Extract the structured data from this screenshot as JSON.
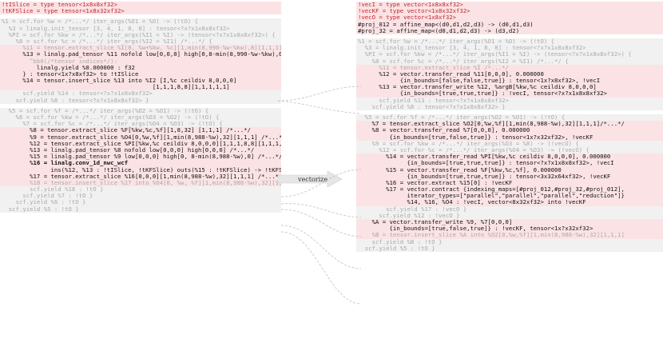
{
  "arrow_label": "vectorize",
  "left": {
    "lines": [
      {
        "t": "!tISlice = type tensor<1x8x8xf32>",
        "h": "pink",
        "c": "red"
      },
      {
        "t": "!tKFSlice = type tensor<1x8x32xf32>",
        "h": "pink",
        "c": "red"
      },
      {
        "gap": true
      },
      {
        "t": "%1 = scf.for %w = /*...*/ iter_args(%O1 = %O) -> (!tO) {",
        "h": "gray",
        "c": "dim"
      },
      {
        "t": "  %3 = linalg.init_tensor [3, 4, 1, 8, 8] : tensor<?x?x1x8x8xf32>",
        "h": "gray",
        "c": "dim"
      },
      {
        "t": "  %PI = scf.for %kw = /*...*/ iter_args(%I1 = %I) -> (tensor<?x?x1x8x8xf32>) {",
        "h": "gray",
        "c": "dim"
      },
      {
        "t": "    %8 = scf.for %c = /*...*/ iter_args(%I2 = %I1) /*...*/ {",
        "h": "gray",
        "c": "dim"
      },
      {
        "t": "      %11 = tensor.extract_slice %I[0, %w+%kw, %c][1,min(8,990-%w-%kw),8][1,1,1]",
        "h": "pink",
        "c": "dim"
      },
      {
        "t": "      %13 = linalg.pad_tensor %11 nofold low[0,0,0] high[0,8-min(8,990-%w-%kw),0] {",
        "h": "pink",
        "c": "blk"
      },
      {
        "t": "        ^bb0(/*tensor indices*/):",
        "h": "pink",
        "c": "dim"
      },
      {
        "t": "          linalg.yield %0.000000 : f32",
        "h": "pink",
        "c": "blk"
      },
      {
        "t": "      } : tensor<1x?x8xf32> to !tISlice",
        "h": "pink",
        "c": "blk"
      },
      {
        "t": "      %14 = tensor.insert_slice %13 into %I2 [I,%c ceildiv 8,0,0,0]",
        "h": "pink",
        "c": "blk"
      },
      {
        "t": "                                           [1,1,1,8,8][1,1,1,1,1]",
        "h": "pink",
        "c": "blk"
      },
      {
        "t": "      scf.yield %14 : tensor<?x?x1x8x8xf32>",
        "h": "gray",
        "c": "dim"
      },
      {
        "t": "    scf.yield %8 : tensor<?x?x1x8x8xf32> }",
        "h": "gray",
        "c": "dim"
      },
      {
        "gap": true
      },
      {
        "t": "  %5 = scf.for %f = /*...*/ iter_args(%O2 = %O1) -> (!tO) {",
        "h": "gray",
        "c": "dim"
      },
      {
        "t": "    %6 = scf.for %kw = /*...*/ iter_args(%O3 = %O2) -> (!tO) {",
        "h": "gray",
        "c": "dim"
      },
      {
        "t": "      %7 = scf.for %c = /*...*/ iter_args(%O4 = %O3) -> (!tO) {",
        "h": "gray",
        "c": "dim"
      },
      {
        "t": "        %8 = tensor.extract_slice %F[%kw,%c,%f][1,8,32] [1,1,1] /*...*/",
        "h": "pink",
        "c": "blk"
      },
      {
        "t": "        %9 = tensor.extract_slice %O4[0,%w,%f][1,min(8,988-%w),32][1,1,1] /*...*/",
        "h": "pink",
        "c": "blk"
      },
      {
        "t": "        %12 = tensor.extract_slice %PI[%kw,%c ceildiv 8,0,0,0][1,1,1,8,8][1,1,1,1,1]",
        "h": "pink",
        "c": "blk"
      },
      {
        "t": "        %13 = linalg.pad_tensor %8 nofold low[0,0,0] high[0,0,0] /*...*/",
        "h": "pink",
        "c": "blk"
      },
      {
        "t": "        %15 = linalg.pad_tensor %9 low[0,0,0] high[0, 8-min(8,988-%w),0] /*...*/",
        "h": "pink",
        "c": "blk"
      },
      {
        "t": "        %16 = linalg.conv_1d_nwc_wcf",
        "h": "pink",
        "c": "bold"
      },
      {
        "t": "              ins(%12, %13 : !tISlice, !tKFSlice) outs(%15 : !tKFSlice) -> !tKFSlice",
        "h": "pink",
        "c": "blk"
      },
      {
        "t": "        %17 = tensor.extract_slice %16[0,0,0][1,min(8,988-%w),32][1,1,1] /*...*/",
        "h": "pink",
        "c": "blk"
      },
      {
        "t": "        %18 = tensor.insert_slice %17 into %O4[0, %w, %f][1,min(8,988-%w),32][1,1,1]",
        "h": "pink",
        "c": "dim"
      },
      {
        "t": "        scf.yield %18 : !tO }",
        "h": "gray",
        "c": "dim"
      },
      {
        "t": "      scf.yield %7 : !tO }",
        "h": "gray",
        "c": "dim"
      },
      {
        "t": "    scf.yield %6 : !tO }",
        "h": "gray",
        "c": "dim"
      },
      {
        "t": "  scf.yield %5 : !tO }",
        "h": "gray",
        "c": "dim"
      }
    ]
  },
  "right": {
    "lines": [
      {
        "t": "!vecI = type vector<1x8x8xf32>",
        "h": "pink",
        "c": "red"
      },
      {
        "t": "!vecKF = type vector<1x8x32xf32>",
        "h": "pink",
        "c": "red"
      },
      {
        "t": "!vecO = type vector<1x8xf32>",
        "h": "pink",
        "c": "red"
      },
      {
        "t": "#proj_012 = affine_map<(d0,d1,d2,d3) -> (d0,d1,d3)",
        "h": "pink",
        "c": "blk"
      },
      {
        "t": "#proj_32 = affine_map<(d0,d1,d2,d3) -> (d3,d2)",
        "h": "pink",
        "c": "blk"
      },
      {
        "gap": true
      },
      {
        "t": "%1 = scf.for %w = /*...*/ iter_args(%O1 = %O) -> (!tO) {",
        "h": "gray",
        "c": "dim"
      },
      {
        "t": "  %3 = linalg.init_tensor [3, 4, 1, 8, 8] : tensor<?x?x1x8x8xf32>",
        "h": "gray",
        "c": "dim"
      },
      {
        "t": "  %PI = scf.for %kw = /*...*/ iter_args(%I1 = %I) -> (tensor<?x?x1x8x8xf32>) {",
        "h": "gray",
        "c": "dim"
      },
      {
        "t": "    %8 = scf.for %c = /*...*/ iter_args(%I2 = %I1) /*...*/ {",
        "h": "gray",
        "c": "dim"
      },
      {
        "t": "      %11 = tensor.extract_slice %I /*...*/",
        "h": "pink",
        "c": "dim"
      },
      {
        "t": "      %12 = vector.transfer_read %11[0,0,0], 0.000000",
        "h": "pink",
        "c": "blk"
      },
      {
        "t": "            {in_bounds=[false,false,true]} : tensor<1x?x8xf32>, !vecI",
        "h": "pink",
        "c": "blk"
      },
      {
        "t": "      %13 = vector.transfer_write %12, %argB[%kw,%c ceildiv 8,0,0,0]",
        "h": "pink",
        "c": "blk"
      },
      {
        "t": "            {in_bounds=[true,true,true]} : !vecI, tensor<?x?x1x8x8xf32>",
        "h": "pink",
        "c": "blk"
      },
      {
        "t": "      scf.yield %13 : tensor<?x?x1x8x8xf32>",
        "h": "gray",
        "c": "dim"
      },
      {
        "t": "    scf.yield %8 : tensor<?x?x1x8x8xf32> }",
        "h": "gray",
        "c": "dim"
      },
      {
        "gap": true
      },
      {
        "t": "  %5 = scf.for %f = /*...*/ iter_args(%O2 = %O1) -> (!tO) {",
        "h": "gray",
        "c": "dim"
      },
      {
        "t": "    %7 = tensor.extract_slice %O2[0,%w,%f][1,min(8,988-%w),32][1,1,1]/*...*/",
        "h": "pink",
        "c": "blk"
      },
      {
        "t": "    %8 = vector.transfer_read %7[0,0,0], 0.000000",
        "h": "pink",
        "c": "blk"
      },
      {
        "t": "         {in_bounds=[true,false,true]} : tensor<1x?x32xf32>, !vecKF",
        "h": "pink",
        "c": "blk"
      },
      {
        "t": "    %9 = scf.for %kw = /*...*/ iter_args(%O3 = %8) -> (!vecO) {",
        "h": "gray",
        "c": "dim"
      },
      {
        "t": "      %12 = scf.for %c = /*...*/ iter_args(%O4 = %O3) -> (!vecO) {",
        "h": "gray",
        "c": "dim"
      },
      {
        "t": "        %14 = vector.transfer_read %PI[%kw,%c ceildiv 8,0,0,0], 0.000000",
        "h": "pink",
        "c": "blk"
      },
      {
        "t": "              {in_bounds=[true,true,true]} : tensor<?x?x1x8x8xf32>, !vecI",
        "h": "pink",
        "c": "blk"
      },
      {
        "t": "        %15 = vector.transfer_read %F[%kw,%c,%f], 0.000000",
        "h": "pink",
        "c": "blk"
      },
      {
        "t": "              {in_bounds=[true,true,true]} : tensor<3x32x64xf32>, !vecKF",
        "h": "pink",
        "c": "blk"
      },
      {
        "t": "        %16 = vector.extract %15[0] : !vecKF",
        "h": "pink",
        "c": "blk"
      },
      {
        "t": "        %17 = vector.contract {indexing_maps=[#proj_012,#proj_32,#proj_012],",
        "h": "pink",
        "c": "blk"
      },
      {
        "t": "              iterator_types=[\"parallel\",\"parallel\",\"parallel\",\"reduction\"]}",
        "h": "pink",
        "c": "blk"
      },
      {
        "t": "              %14, %16, %O4 : !vecI, vector<8x32xf32> into !vecKF",
        "h": "pink",
        "c": "blk"
      },
      {
        "t": "        scf.yield %17 : !vecO }",
        "h": "gray",
        "c": "dim"
      },
      {
        "t": "      scf.yield %12 : !vecO }",
        "h": "gray",
        "c": "dim"
      },
      {
        "t": "    %A = vector.transfer_write %9, %7[0,0,0]",
        "h": "pink",
        "c": "blk"
      },
      {
        "t": "         {in_bounds=[true,false,true]} : !vecKF, tensor<1x?x32xf32>",
        "h": "pink",
        "c": "blk"
      },
      {
        "t": "    %B = tensor.insert_slice %A into %O2[0,%w,%f][1,min(8,988-%w),32][1,1,1]",
        "h": "pink",
        "c": "dim"
      },
      {
        "t": "    scf.yield %B : !tO }",
        "h": "gray",
        "c": "dim"
      },
      {
        "t": "  scf.yield %5 : !tO }",
        "h": "gray",
        "c": "dim"
      }
    ]
  }
}
